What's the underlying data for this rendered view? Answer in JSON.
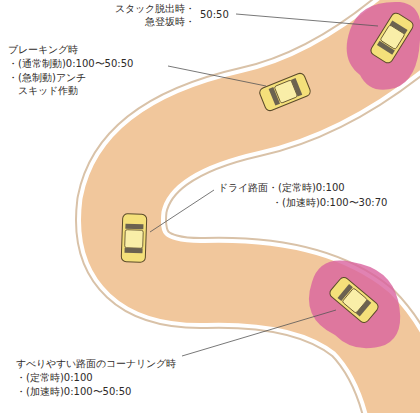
{
  "diagram": {
    "labels": [
      "スタック脱出時・",
      "急登坂時・",
      "50:50",
      "ブレーキング時",
      "・(通常制動)0:100〜50:50",
      "・(急制動)アンチ",
      "スキッド作動",
      "ドライ路面・(定常時)0:100",
      "・(加速時)0:100〜30:70",
      "すべりやすい路面のコーナリング時",
      "・(定常時)0:100",
      "・(加速時)0:100〜50:50"
    ]
  }
}
